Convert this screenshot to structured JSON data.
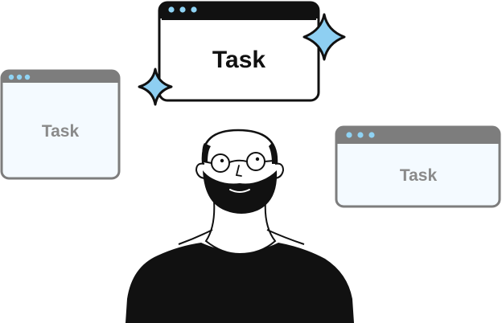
{
  "colors": {
    "frame_dark": "#111111",
    "frame_gray": "#7d7d7d",
    "window_fill": "#f4faff",
    "dot_blue": "#8fd3f4",
    "sparkle_blue": "#8ecff2",
    "text_dark": "#111111",
    "text_gray": "#8a8a8a",
    "person_fill": "#111111",
    "background": "#ffffff"
  },
  "windows": {
    "top": {
      "label": "Task"
    },
    "left": {
      "label": "Task"
    },
    "right": {
      "label": "Task"
    }
  },
  "icons": {
    "sparkle": "sparkle-icon",
    "window_dots": "window-control-dots-icon"
  }
}
